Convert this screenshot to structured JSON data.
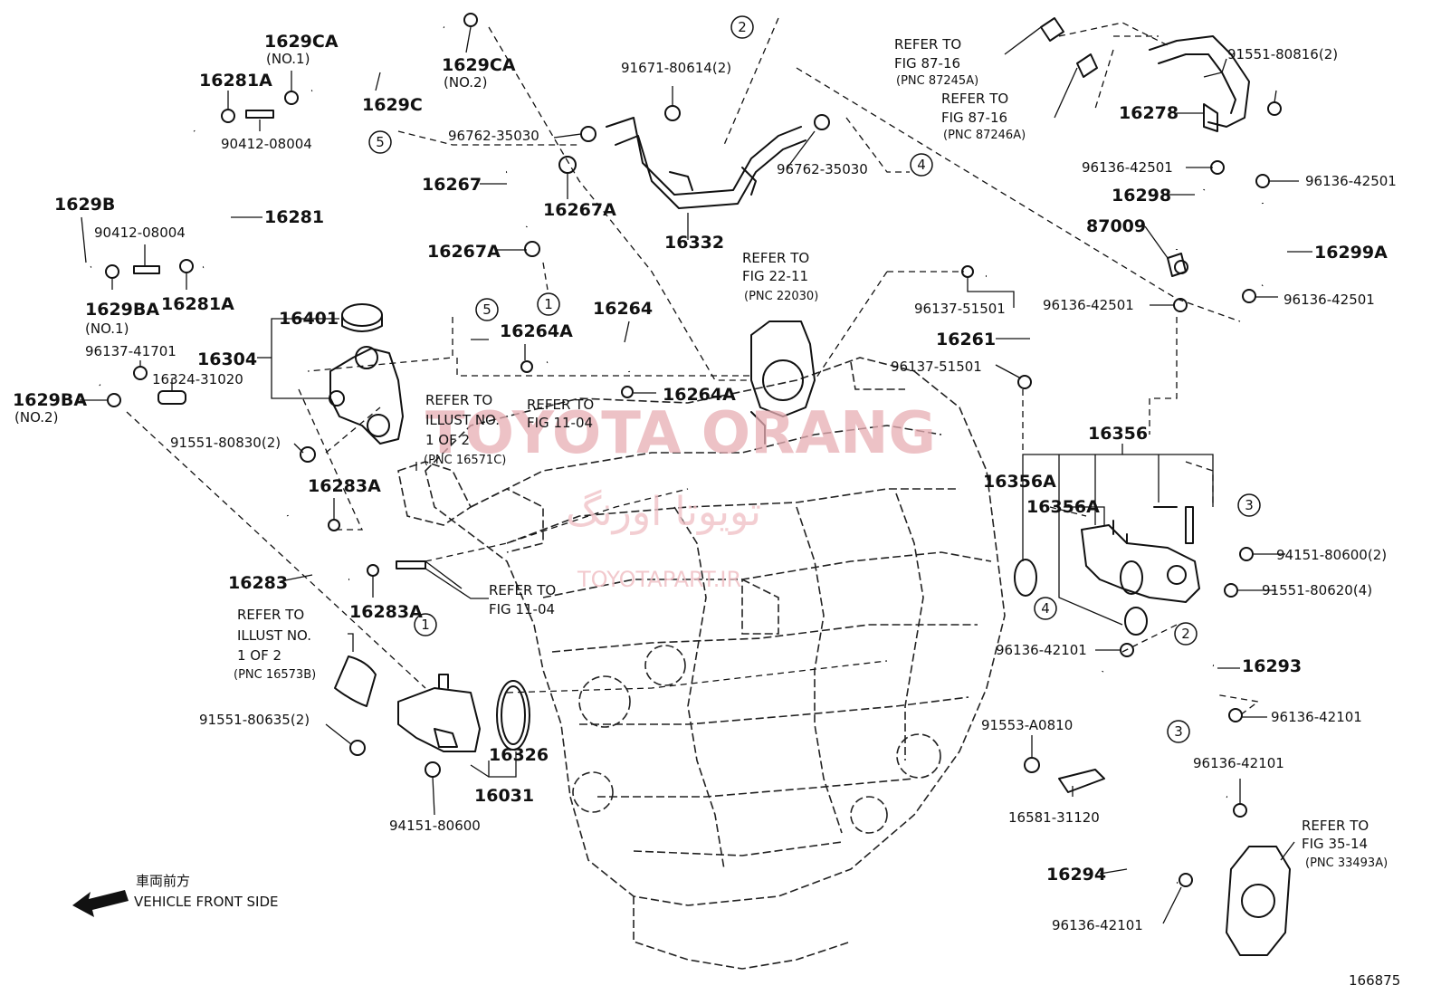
{
  "diagram_id": "166875",
  "front_note": {
    "jp": "車両前方",
    "en": "VEHICLE FRONT SIDE"
  },
  "watermark": {
    "title": "TOYOTA ORANG",
    "persian": "تویوتا اورنگ",
    "site": "TOYOTAPART.IR"
  },
  "callouts": [
    "1",
    "2",
    "3",
    "4",
    "5"
  ],
  "labels": {
    "p1629CA_1": "1629CA",
    "p1629CA_1_note": "(NO.1)",
    "p1629CA_2": "1629CA",
    "p1629CA_2_note": "(NO.2)",
    "p1629C": "1629C",
    "p16281A_top": "16281A",
    "p90412_top": "90412-08004",
    "p16281": "16281",
    "p1629B": "1629B",
    "p90412_mid": "90412-08004",
    "p1629BA_1": "1629BA",
    "p1629BA_1_note": "(NO.1)",
    "p16281A_bot": "16281A",
    "p96137_41701": "96137-41701",
    "p16324": "16324-31020",
    "p1629BA_2": "1629BA",
    "p1629BA_2_note": "(NO.2)",
    "p16401": "16401",
    "p16304": "16304",
    "p91551_80830": "91551-80830(2)",
    "p91671": "91671-80614(2)",
    "p96762_a": "96762-35030",
    "p96762_b": "96762-35030",
    "p16267": "16267",
    "p16267A_a": "16267A",
    "p16267A_b": "16267A",
    "p16332": "16332",
    "p16264A_a": "16264A",
    "p16264": "16264",
    "p16264A_b": "16264A",
    "p16283A_a": "16283A",
    "p16283": "16283",
    "p16283A_b": "16283A",
    "p91551_80635": "91551-80635(2)",
    "p16326": "16326",
    "p16031": "16031",
    "p94151_80600_bot": "94151-80600",
    "p91551_80816": "91551-80816(2)",
    "p16278": "16278",
    "p96136_42501_a": "96136-42501",
    "p96136_42501_b": "96136-42501",
    "p16298": "16298",
    "p87009": "87009",
    "p16299A": "16299A",
    "p96136_42501_c": "96136-42501",
    "p96136_42501_d": "96136-42501",
    "p96137_51501_a": "96137-51501",
    "p16261": "16261",
    "p96137_51501_b": "96137-51501",
    "p16356": "16356",
    "p16356A_a": "16356A",
    "p16356A_b": "16356A",
    "p94151_80600_r": "94151-80600(2)",
    "p91551_80620": "91551-80620(4)",
    "p96136_42101_a": "96136-42101",
    "p16293": "16293",
    "p96136_42101_b": "96136-42101",
    "p91553": "91553-A0810",
    "p96136_42101_c": "96136-42101",
    "p16581": "16581-31120",
    "p16294": "16294",
    "p96136_42101_d": "96136-42101"
  },
  "refs": {
    "r87_16a": [
      "REFER TO",
      "FIG 87-16",
      "(PNC 87245A)"
    ],
    "r87_16b": [
      "REFER TO",
      "FIG 87-16",
      "(PNC 87246A)"
    ],
    "r22_11": [
      "REFER TO",
      "FIG 22-11",
      "(PNC 22030)"
    ],
    "r_illust_c": [
      "REFER TO",
      "ILLUST NO.",
      "1 OF 2",
      "(PNC 16571C)"
    ],
    "r11_04a": [
      "REFER TO",
      "FIG 11-04"
    ],
    "r11_04b": [
      "REFER TO",
      "FIG 11-04"
    ],
    "r_illust_b": [
      "REFER TO",
      "ILLUST NO.",
      "1 OF 2",
      "(PNC 16573B)"
    ],
    "r35_14": [
      "REFER TO",
      "FIG 35-14",
      "(PNC 33493A)"
    ]
  }
}
